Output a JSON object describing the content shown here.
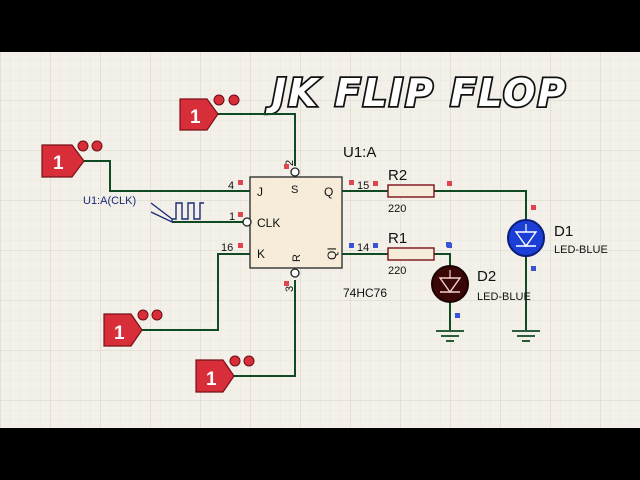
{
  "title": "JK FLIP FLOP",
  "ic": {
    "ref": "U1:A",
    "part": "74HC76",
    "pins": {
      "j": "J",
      "s": "S",
      "q": "Q",
      "clk": "CLK",
      "k": "K",
      "r": "R",
      "qi": "QI"
    },
    "pin_numbers": {
      "j": "4",
      "s": "2",
      "q": "15",
      "clk": "1",
      "k": "16",
      "r": "3",
      "qi": "14"
    }
  },
  "clock": {
    "label": "U1:A(CLK)"
  },
  "logic_states": [
    {
      "id": "set",
      "value": "1"
    },
    {
      "id": "j",
      "value": "1"
    },
    {
      "id": "k",
      "value": "1"
    },
    {
      "id": "reset",
      "value": "1"
    }
  ],
  "resistors": [
    {
      "ref": "R2",
      "value": "220"
    },
    {
      "ref": "R1",
      "value": "220"
    }
  ],
  "leds": [
    {
      "ref": "D1",
      "type": "LED-BLUE",
      "state": "on"
    },
    {
      "ref": "D2",
      "type": "LED-BLUE",
      "state": "off"
    }
  ],
  "colors": {
    "background": "#f2f0e8",
    "grid": "#dddacd",
    "wire": "#0f4a22",
    "logic_red": "#c8202f",
    "led_on": "#1a3ed6",
    "led_off": "#3a0606"
  }
}
